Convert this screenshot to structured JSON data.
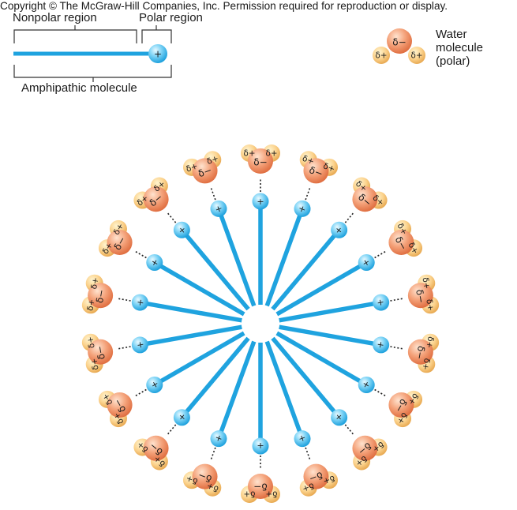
{
  "copyright": "Copyright © The McGraw-Hill Companies, Inc. Permission required for reproduction or display.",
  "legend": {
    "nonpolar_label": "Nonpolar region",
    "polar_label": "Polar region",
    "amphipathic_label": "Amphipathic molecule",
    "water_label_line1": "Water",
    "water_label_line2": "molecule",
    "water_label_line3": "(polar)"
  },
  "symbols": {
    "plus": "+",
    "delta_minus": "δ−",
    "delta_plus": "δ+"
  },
  "micelle": {
    "molecule_count": 18
  },
  "colors": {
    "tail": "#1fa3df",
    "head_light": "#d6f3ff",
    "head_dark": "#1a9fdc",
    "oxygen_light": "#ffd2b3",
    "oxygen_dark": "#e07040",
    "hydrogen_light": "#ffe9a8",
    "hydrogen_dark": "#e8a84a",
    "text": "#1a1a1a"
  }
}
